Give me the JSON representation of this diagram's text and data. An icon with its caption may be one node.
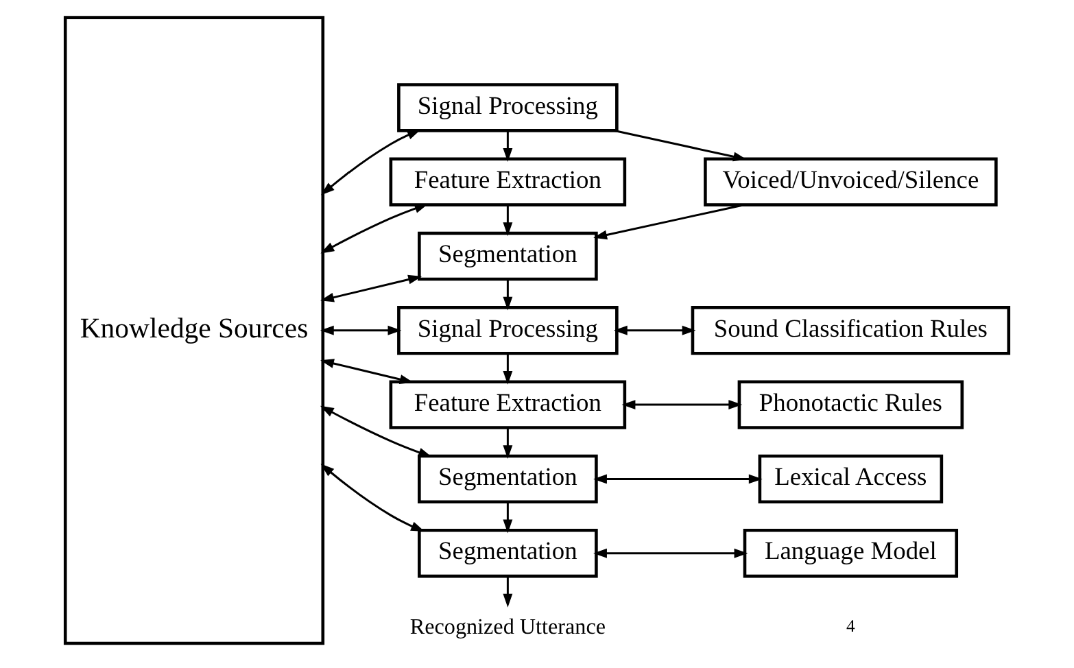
{
  "diagram": {
    "nodes": [
      {
        "text": [
          "Knowledge Sources"
        ]
      },
      {
        "text": [
          "Signal Processing"
        ]
      },
      {
        "text": [
          "Feature Extraction"
        ]
      },
      {
        "text": [
          "Segmentation"
        ]
      },
      {
        "text": [
          "Voiced/Unvoiced/Silence"
        ]
      },
      {
        "text": [
          "Signal Processing"
        ]
      },
      {
        "text": [
          "Sound Classification Rules"
        ]
      },
      {
        "text": [
          "Feature Extraction"
        ]
      },
      {
        "text": [
          "Phonotactic Rules"
        ]
      },
      {
        "text": [
          "Segmentation"
        ]
      },
      {
        "text": [
          "Lexical Access"
        ]
      },
      {
        "text": [
          "Segmentation"
        ]
      },
      {
        "text": [
          "Language Model"
        ]
      },
      {
        "text": [
          "Recognized Utterance"
        ]
      }
    ],
    "edges": [
      {
        "from": 0,
        "to": 1,
        "arrow": "both"
      },
      {
        "from": 0,
        "to": 2,
        "arrow": "both"
      },
      {
        "from": 0,
        "to": 3,
        "arrow": "both"
      },
      {
        "from": 0,
        "to": 5,
        "arrow": "both"
      },
      {
        "from": 0,
        "to": 7,
        "arrow": "both"
      },
      {
        "from": 0,
        "to": 9,
        "arrow": "both"
      },
      {
        "from": 0,
        "to": 11,
        "arrow": "both"
      },
      {
        "from": 1,
        "to": 2,
        "arrow": "to"
      },
      {
        "from": 1,
        "to": 4,
        "arrow": "to"
      },
      {
        "from": 2,
        "to": 3,
        "arrow": "to"
      },
      {
        "from": 4,
        "to": 3,
        "arrow": "to"
      },
      {
        "from": 3,
        "to": 5,
        "arrow": "to"
      },
      {
        "from": 5,
        "to": 6,
        "arrow": "both"
      },
      {
        "from": 5,
        "to": 7,
        "arrow": "to"
      },
      {
        "from": 7,
        "to": 8,
        "arrow": "both"
      },
      {
        "from": 7,
        "to": 9,
        "arrow": "to"
      },
      {
        "from": 9,
        "to": 10,
        "arrow": "both"
      },
      {
        "from": 9,
        "to": 11,
        "arrow": "to"
      },
      {
        "from": 11,
        "to": 12,
        "arrow": "both"
      },
      {
        "from": 11,
        "to": 13,
        "arrow": "to"
      }
    ],
    "labels": [
      "4"
    ]
  }
}
